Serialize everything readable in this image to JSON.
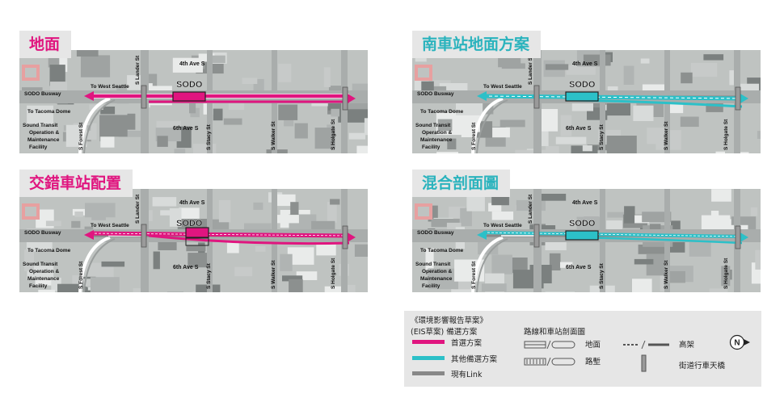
{
  "colors": {
    "preferred": "#e0157f",
    "other": "#2cc0c8",
    "existing": "#888888",
    "map_bg": "#bfc3c1",
    "legend_bg": "#e6e6e6"
  },
  "panels": [
    {
      "title": "地面",
      "title_color": "#e0157f",
      "alt": "pink",
      "labels": {
        "lander": "S Lander St",
        "fourth": "4th Ave S",
        "sodo": "SODO",
        "busway": "SODO Busway",
        "west_seattle": "To West Seattle",
        "tacoma": "To Tacoma Dome",
        "facility": [
          "Sound Transit",
          "Operation &",
          "Maintenance",
          "Facility"
        ],
        "forest": "S Forest St",
        "sixth": "6th Ave S",
        "stacy": "S Stacy St",
        "walker": "S Walker St",
        "holgate": "S Holgate St"
      }
    },
    {
      "title": "南車站地面方案",
      "title_color": "#2ab3bd",
      "alt": "teal",
      "labels": {
        "lander": "S Lander St",
        "fourth": "4th Ave S",
        "sodo": "SODO",
        "busway": "SODO Busway",
        "west_seattle": "To West Seattle",
        "tacoma": "To Tacoma Dome",
        "facility": [
          "Sound Transit",
          "Operation &",
          "Maintenance",
          "Facility"
        ],
        "forest": "S Forest St",
        "sixth": "6th Ave S",
        "stacy": "S Stacy St",
        "walker": "S Walker St",
        "holgate": "S Holgate St"
      }
    },
    {
      "title": "交錯車站配置",
      "title_color": "#e0157f",
      "alt": "pink-staggered",
      "labels": {
        "lander": "S Lander St",
        "fourth": "4th Ave S",
        "sodo": "SODO",
        "busway": "SODO Busway",
        "west_seattle": "To West Seattle",
        "tacoma": "To Tacoma Dome",
        "facility": [
          "Sound Transit",
          "Operation &",
          "Maintenance",
          "Facility"
        ],
        "forest": "S Forest St",
        "sixth": "6th Ave S",
        "stacy": "S Stacy St",
        "walker": "S Walker St",
        "holgate": "S Holgate St"
      }
    },
    {
      "title": "混合剖面圖",
      "title_color": "#2ab3bd",
      "alt": "teal-mixed",
      "labels": {
        "lander": "S Lander St",
        "fourth": "4th Ave S",
        "sodo": "SODO",
        "busway": "SODO Busway",
        "west_seattle": "To West Seattle",
        "tacoma": "To Tacoma Dome",
        "facility": [
          "Sound Transit",
          "Operation &",
          "Maintenance",
          "Facility"
        ],
        "forest": "S Forest St",
        "sixth": "6th Ave S",
        "stacy": "S Stacy St",
        "walker": "S Walker St",
        "holgate": "S Holgate St"
      }
    }
  ],
  "legend": {
    "header1": "《環境影響報告草案》",
    "header2": "(EIS草案) 備選方案",
    "preferred": "首選方案",
    "other": "其他備選方案",
    "existing": "現有Link",
    "profile_title": "路線和車站剖面圖",
    "at_grade": "地面",
    "retained_cut": "路塹",
    "elevated": "高架",
    "overpass": "街道行車天橋",
    "north": "N"
  }
}
